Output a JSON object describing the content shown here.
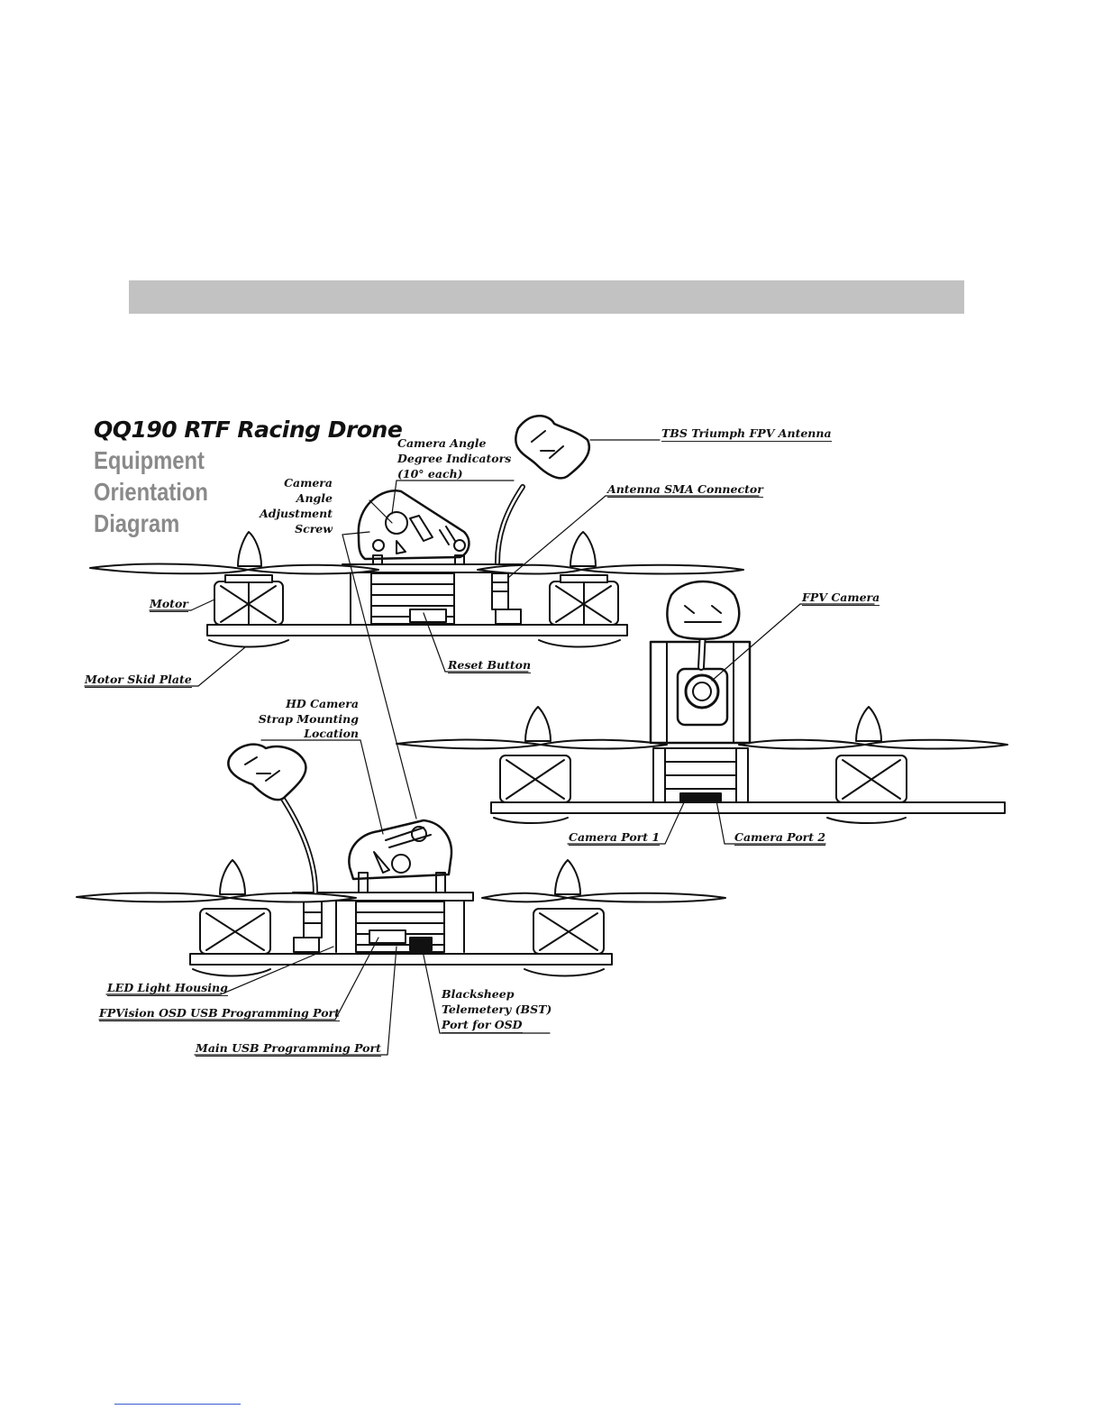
{
  "title": "QQ190 RTF Racing Drone",
  "subtitle_lines": [
    "Equipment",
    "Orientation",
    "Diagram"
  ],
  "labels": {
    "camera_angle_degree": [
      "Camera Angle",
      "Degree Indicators",
      "(10° each)"
    ],
    "tbs_antenna": "TBS Triumph FPV Antenna",
    "camera_angle_screw": [
      "Camera",
      "Angle",
      "Adjustment",
      "Screw"
    ],
    "antenna_sma": "Antenna SMA Connector",
    "motor": "Motor",
    "fpv_camera": "FPV Camera",
    "reset_button": "Reset Button",
    "motor_skid_plate": "Motor Skid Plate",
    "hd_camera_strap": [
      "HD Camera",
      "Strap Mounting",
      "Location"
    ],
    "camera_port_1": "Camera Port 1",
    "camera_port_2": "Camera Port 2",
    "led_housing": "LED Light Housing",
    "fpvision_usb": "FPVision OSD USB Programming Port",
    "bst_port": [
      "Blacksheep",
      "Telemetery (BST)",
      "Port for OSD"
    ],
    "main_usb": "Main USB Programming Port"
  },
  "colors": {
    "header_bar": "#c2c2c2",
    "subtitle": "#8a8a8a",
    "line_art": "#111111",
    "footer_link_line": "#3a5ad0"
  }
}
